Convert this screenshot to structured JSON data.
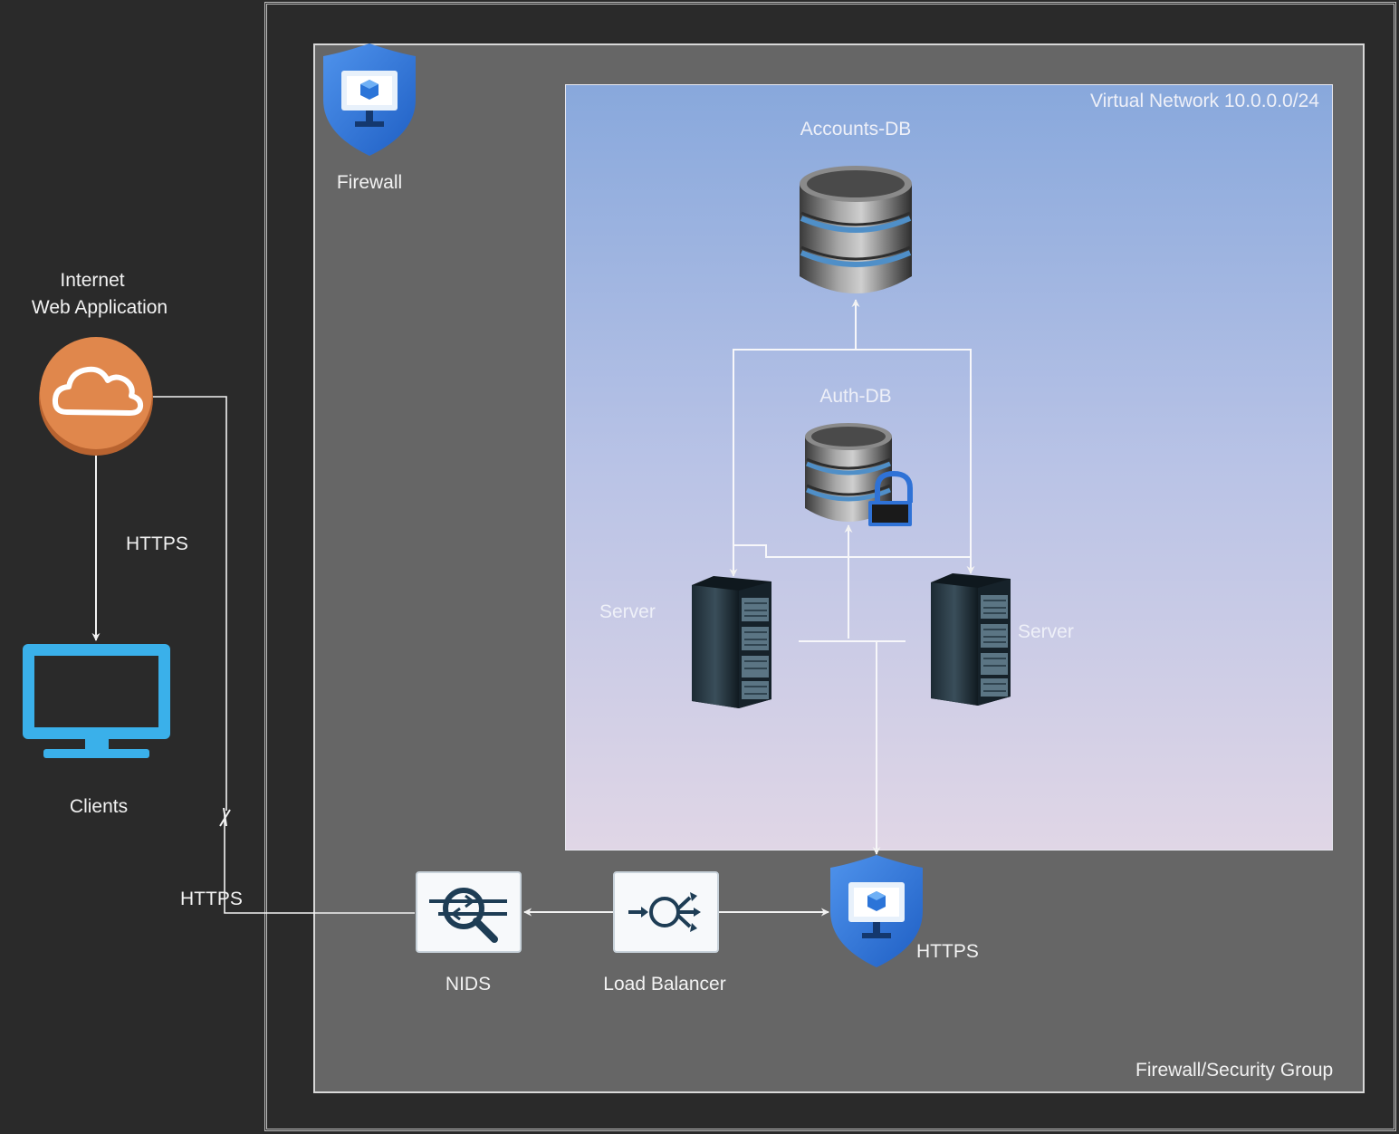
{
  "internet": {
    "label_line1": "Internet",
    "label_line2": "Web Application",
    "icon": "cloud-icon",
    "color": "#e0874c"
  },
  "clients": {
    "label": "Clients",
    "icon": "monitor-icon",
    "color": "#3ab0ea"
  },
  "edges": {
    "internet_to_clients": "HTTPS",
    "internet_to_nids": "HTTPS",
    "lb_to_firewall": "HTTPS"
  },
  "security_group": {
    "label": "Firewall/Security Group"
  },
  "firewall_top": {
    "label": "Firewall",
    "icon": "firewall-shield-icon"
  },
  "firewall_bottom": {
    "icon": "firewall-shield-icon"
  },
  "vnet": {
    "label": "Virtual Network 10.0.0.0/24"
  },
  "accounts_db": {
    "label": "Accounts-DB",
    "icon": "database-icon"
  },
  "auth_db": {
    "label": "Auth-DB",
    "icon": "locked-database-icon"
  },
  "server_left": {
    "label": "Server",
    "icon": "server-rack-icon"
  },
  "server_right": {
    "label": "Server",
    "icon": "server-rack-icon"
  },
  "nids": {
    "label": "NIDS",
    "icon": "nids-inspect-icon"
  },
  "load_balancer": {
    "label": "Load Balancer",
    "icon": "load-balancer-icon"
  },
  "colors": {
    "background": "#2a2a2a",
    "security_group_fill": "#666666",
    "vnet_gradient_top": "#88a8dc",
    "vnet_gradient_bottom": "#e0d6e6",
    "shield_blue": "#2f72d6"
  }
}
